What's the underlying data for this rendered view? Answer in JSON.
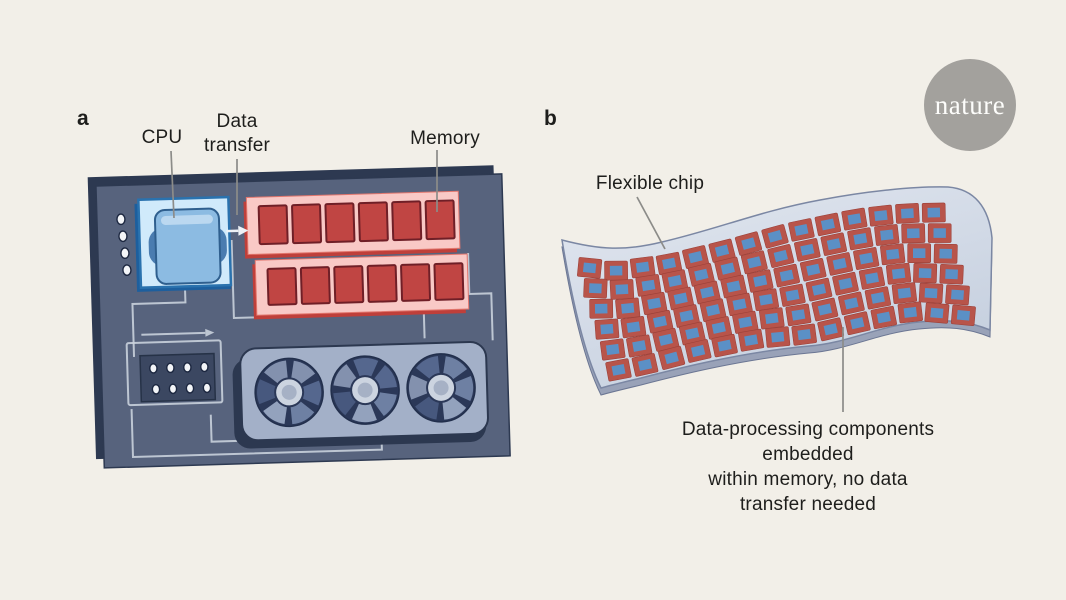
{
  "figure": {
    "background": "#f2efe8",
    "text_color": "#1e1e1c",
    "leader_line_color": "#8c8c89"
  },
  "logo": {
    "text": "nature",
    "bg_color": "#a3a19d",
    "text_color": "#fdfdfb"
  },
  "panel_a": {
    "label": "a",
    "annotations": {
      "cpu": "CPU",
      "data_transfer": "Data\ntransfer",
      "memory": "Memory"
    },
    "illustration": {
      "board_color": "#57637d",
      "board_edge_color": "#2d3951",
      "trace_color": "#c9d0dc",
      "pin_color": "#f3f5f8",
      "pin_border_color": "#1c2740",
      "cpu_socket_color": "#d0eafb",
      "cpu_socket_border": "#2a72ae",
      "cpu_chip_color": "#8cbbe2",
      "cpu_chip_border": "#2f5f8e",
      "cpu_tab_color": "#4a7cb0",
      "memory_module_count": 2,
      "memory_chips_per_module": 6,
      "memory_module_color": "#f9c9c6",
      "memory_module_edge": "#bf3f3a",
      "memory_module_border": "#e2766d",
      "memory_chip_color": "#c04543",
      "memory_chip_border": "#6f1f27",
      "connector_pin_count": 8,
      "connector_block_color": "#3b4761",
      "gpu_body_color": "#a3b0c8",
      "gpu_edge_color": "#2c3850",
      "fan_count": 3,
      "fan_disc_color": "#2b3858",
      "fan_blade_colors": [
        "#8391ae",
        "#55678e",
        "#6e80a3",
        "#93a2bd",
        "#47587e"
      ],
      "fan_hub_color": "#ccd4e0",
      "fan_hub_inner_color": "#a6b1c5",
      "arrow_color": "#edf1f6"
    }
  },
  "panel_b": {
    "label": "b",
    "annotations": {
      "flexible_chip": "Flexible chip",
      "caption": "Data-processing components embedded\nwithin memory, no data transfer needed"
    },
    "illustration": {
      "sheet_color_light": "#e2e7f0",
      "sheet_color_dark": "#c6d0df",
      "sheet_border_color": "#7b87a3",
      "sheet_thickness_color": "#99a2b8",
      "grid_cols": 14,
      "grid_rows": 6,
      "cell_border_color": "#b8544a",
      "cell_core_color": "#5b90c6"
    }
  }
}
